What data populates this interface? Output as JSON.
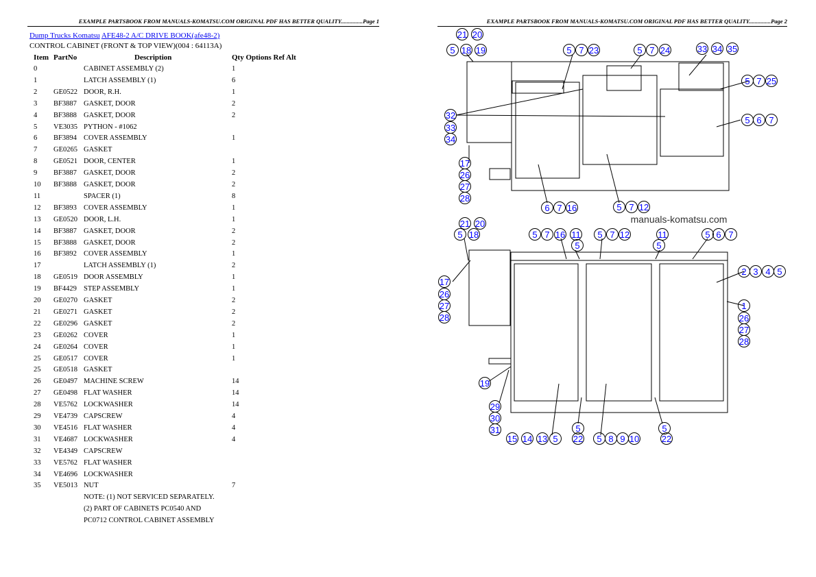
{
  "header": {
    "page1": "EXAMPLE PARTSBOOK FROM MANUALS-KOMATSU.COM ORIGINAL PDF HAS BETTER QUALITY...............Page 1",
    "page2": "EXAMPLE PARTSBOOK FROM MANUALS-KOMATSU.COM ORIGINAL PDF HAS BETTER QUALITY...............Page 2"
  },
  "breadcrumb": {
    "link1": "Dump Trucks Komatsu",
    "link2": "AFE48-2 A/C DRIVE BOOK(afe48-2)"
  },
  "subtitle": "CONTROL CABINET (FRONT & TOP VIEW)(004 : 64113A)",
  "table": {
    "columns": [
      "Item",
      "PartNo",
      "Description",
      "Qty Options Ref Alt"
    ],
    "rows": [
      [
        "0",
        "",
        "CABINET ASSEMBLY (2)",
        "1"
      ],
      [
        "1",
        "",
        "LATCH ASSEMBLY (1)",
        "6"
      ],
      [
        "2",
        "GE0522",
        "DOOR, R.H.",
        "1"
      ],
      [
        "3",
        "BF3887",
        "GASKET, DOOR",
        "2"
      ],
      [
        "4",
        "BF3888",
        "GASKET, DOOR",
        "2"
      ],
      [
        "5",
        "VE3035",
        "PYTHON - #1062",
        ""
      ],
      [
        "6",
        "BF3894",
        "COVER ASSEMBLY",
        "1"
      ],
      [
        "7",
        "GE0265",
        "GASKET",
        ""
      ],
      [
        "8",
        "GE0521",
        "DOOR, CENTER",
        "1"
      ],
      [
        "9",
        "BF3887",
        "GASKET, DOOR",
        "2"
      ],
      [
        "10",
        "BF3888",
        "GASKET, DOOR",
        "2"
      ],
      [
        "11",
        "",
        "SPACER (1)",
        "8"
      ],
      [
        "12",
        "BF3893",
        "COVER ASSEMBLY",
        "1"
      ],
      [
        "13",
        "GE0520",
        "DOOR, L.H.",
        "1"
      ],
      [
        "14",
        "BF3887",
        "GASKET, DOOR",
        "2"
      ],
      [
        "15",
        "BF3888",
        "GASKET, DOOR",
        "2"
      ],
      [
        "16",
        "BF3892",
        "COVER ASSEMBLY",
        "1"
      ],
      [
        "17",
        "",
        "LATCH ASSEMBLY (1)",
        "2"
      ],
      [
        "18",
        "GE0519",
        "DOOR ASSEMBLY",
        "1"
      ],
      [
        "19",
        "BF4429",
        "STEP ASSEMBLY",
        "1"
      ],
      [
        "20",
        "GE0270",
        "GASKET",
        "2"
      ],
      [
        "21",
        "GE0271",
        "GASKET",
        "2"
      ],
      [
        "22",
        "GE0296",
        "GASKET",
        "2"
      ],
      [
        "23",
        "GE0262",
        "COVER",
        "1"
      ],
      [
        "24",
        "GE0264",
        "COVER",
        "1"
      ],
      [
        "25",
        "GE0517",
        "COVER",
        "1"
      ],
      [
        "25",
        "GE0518",
        "GASKET",
        ""
      ],
      [
        "26",
        "GE0497",
        "MACHINE SCREW",
        "14"
      ],
      [
        "27",
        "GE0498",
        "FLAT WASHER",
        "14"
      ],
      [
        "28",
        "VE5762",
        "LOCKWASHER",
        "14"
      ],
      [
        "29",
        "VE4739",
        "CAPSCREW",
        "4"
      ],
      [
        "30",
        "VE4516",
        "FLAT WASHER",
        "4"
      ],
      [
        "31",
        "VE4687",
        "LOCKWASHER",
        "4"
      ],
      [
        "32",
        "VE4349",
        "CAPSCREW",
        ""
      ],
      [
        "33",
        "VE5762",
        "FLAT WASHER",
        ""
      ],
      [
        "34",
        "VE4696",
        "LOCKWASHER",
        ""
      ],
      [
        "35",
        "VE5013",
        "NUT",
        "7"
      ]
    ],
    "notes": [
      "NOTE: (1) NOT SERVICED SEPARATELY.",
      "(2) PART OF CABINETS PC0540 AND",
      "PC0712 CONTROL CABINET ASSEMBLY"
    ]
  },
  "diagram": {
    "watermark": "manuals-komatsu.com",
    "callout_color": "#0000ff",
    "callouts": [
      [
        "21",
        "20"
      ],
      [
        "5",
        "18",
        "19"
      ],
      [
        "5",
        "7",
        "23"
      ],
      [
        "5",
        "7",
        "24"
      ],
      [
        "33",
        "34",
        "35"
      ],
      [
        "5",
        "7",
        "25"
      ],
      [
        "32",
        "33",
        "34"
      ],
      [
        "5",
        "6",
        "7"
      ],
      [
        "17",
        "26",
        "27",
        "28"
      ],
      [
        "6",
        "7",
        "16"
      ],
      [
        "5",
        "7",
        "12"
      ],
      [
        "21",
        "20"
      ],
      [
        "5",
        "18"
      ],
      [
        "5",
        "7",
        "16"
      ],
      [
        "11",
        "5"
      ],
      [
        "5",
        "7",
        "12"
      ],
      [
        "11",
        "5"
      ],
      [
        "5",
        "6",
        "7"
      ],
      [
        "2",
        "3",
        "4",
        "5"
      ],
      [
        "17",
        "26",
        "27",
        "28"
      ],
      [
        "1",
        "26",
        "27",
        "28"
      ],
      [
        "19"
      ],
      [
        "29",
        "30",
        "31"
      ],
      [
        "15",
        "14",
        "13",
        "5"
      ],
      [
        "5",
        "22"
      ],
      [
        "5",
        "8",
        "9",
        "10"
      ],
      [
        "5",
        "22"
      ]
    ]
  }
}
